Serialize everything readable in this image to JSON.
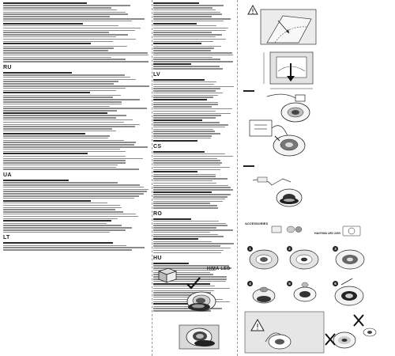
{
  "columns": {
    "left": [
      {
        "lang": "",
        "lines": 27
      },
      {
        "lang": "RU",
        "lines": 44
      },
      {
        "lang": "UA",
        "lines": 24
      },
      {
        "lang": "LT",
        "lines": 4
      }
    ],
    "middle": [
      {
        "lang": "",
        "lines": 30
      },
      {
        "lang": "LV",
        "lines": 28
      },
      {
        "lang": "CS",
        "lines": 26
      },
      {
        "lang": "RO",
        "lines": 16
      },
      {
        "lang": "HU",
        "lines": 22
      }
    ]
  },
  "product": {
    "name": "HIMA LED",
    "accessories_label": "ACCESSORIES",
    "bulb_label": "HAGYMA LED 220V"
  },
  "steps": [
    "1",
    "2",
    "3",
    "4",
    "5",
    "6"
  ],
  "icons": {
    "warning": "warning-triangle-icon",
    "check": "checkmark-icon",
    "cross": "cross-icon"
  },
  "colors": {
    "ink": "#1a1a1a",
    "panel": "#e6e6e6",
    "text_lines": "#8a8a8a"
  }
}
